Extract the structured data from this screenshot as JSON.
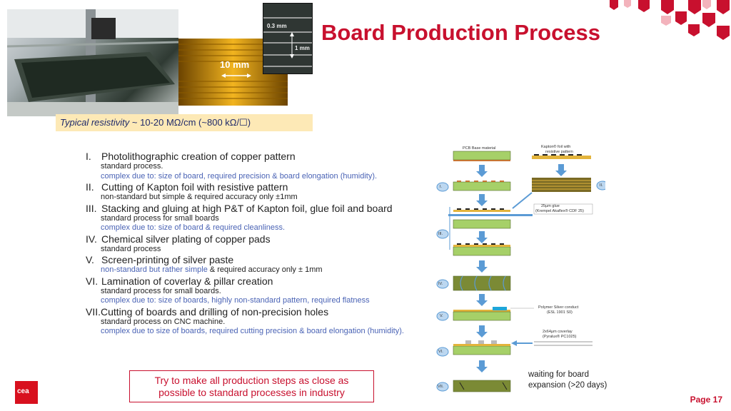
{
  "header": {
    "title": "Board Production Process"
  },
  "photos": {
    "ruler_top": "0.3 mm",
    "ruler_side": "1 mm",
    "strip_scale": "10 mm"
  },
  "resistivity": {
    "label": "Typical resistivity",
    "value": " ~ 10-20 MΩ/cm  (~800 kΩ/☐)"
  },
  "steps": [
    {
      "num": "I.",
      "title": "Photolithographic creation of copper pattern",
      "lines": [
        {
          "text": "standard process.",
          "color": "black"
        },
        {
          "text": "complex due to: size of board, required precision & board elongation (humidity).",
          "color": "blue"
        }
      ]
    },
    {
      "num": "II.",
      "title": "Cutting of Kapton foil with resistive pattern",
      "lines": [
        {
          "text": "non-standard but simple & required accuracy only ±1mm",
          "color": "black"
        }
      ]
    },
    {
      "num": "III.",
      "title": "Stacking and gluing at high P&T of Kapton foil, glue foil and board",
      "lines": [
        {
          "text": "standard process for small boards",
          "color": "black"
        },
        {
          "text": "complex due to: size of board & required cleanliness.",
          "color": "blue"
        }
      ]
    },
    {
      "num": "IV.",
      "title": "Chemical silver plating of copper pads",
      "lines": [
        {
          "text": "standard process",
          "color": "black"
        }
      ]
    },
    {
      "num": "V.",
      "title": "Screen-printing of silver paste",
      "lines": [
        {
          "text": "non-standard but rather simple",
          "color": "blue",
          "suffix": " & required accuracy only ± 1mm"
        }
      ]
    },
    {
      "num": "VI.",
      "title": "Lamination of coverlay & pillar creation",
      "lines": [
        {
          "text": "standard process for small boards.",
          "color": "black"
        },
        {
          "text": "complex due to: size of boards, highly non-standard pattern, required flatness",
          "color": "blue"
        }
      ]
    },
    {
      "num": "VII.",
      "title": "Cutting of boards and drilling of non-precision holes",
      "lines": [
        {
          "text": "standard process on CNC machine.",
          "color": "black"
        },
        {
          "text": "complex due to size of boards, required cutting precision & board elongation (humidity).",
          "color": "blue"
        }
      ]
    }
  ],
  "callout": {
    "line1": "Try to make all production steps as close as",
    "line2": "possible to standard processes in industry"
  },
  "diagram": {
    "pcb_label": "PCB Base material",
    "kapton_label1": "Kapton® foil with",
    "kapton_label2": "resistive pattern",
    "glue_label1": "25µm glue",
    "glue_label2": "(Krempel Akaflex® CDF 25)",
    "silver_label1": "Polymer Silver conduct",
    "silver_label2": "(ESL 1901 S0)",
    "coverlay_label1": "2x64µm coverlay",
    "coverlay_label2": "(Pyralux® PC1025)",
    "step_badges": [
      "I.",
      "II.",
      "III.",
      "IV.",
      "V.",
      "VI.",
      "VII."
    ]
  },
  "waiting_note": {
    "line1": "waiting for board",
    "line2": "expansion (>20 days)"
  },
  "footer": {
    "logo_text": "cea",
    "page": "Page 17"
  },
  "colors": {
    "accent": "#c8102e",
    "blue_text": "#4a63b5",
    "board_green": "#a6d068",
    "arrow_blue": "#5b9bd5"
  }
}
